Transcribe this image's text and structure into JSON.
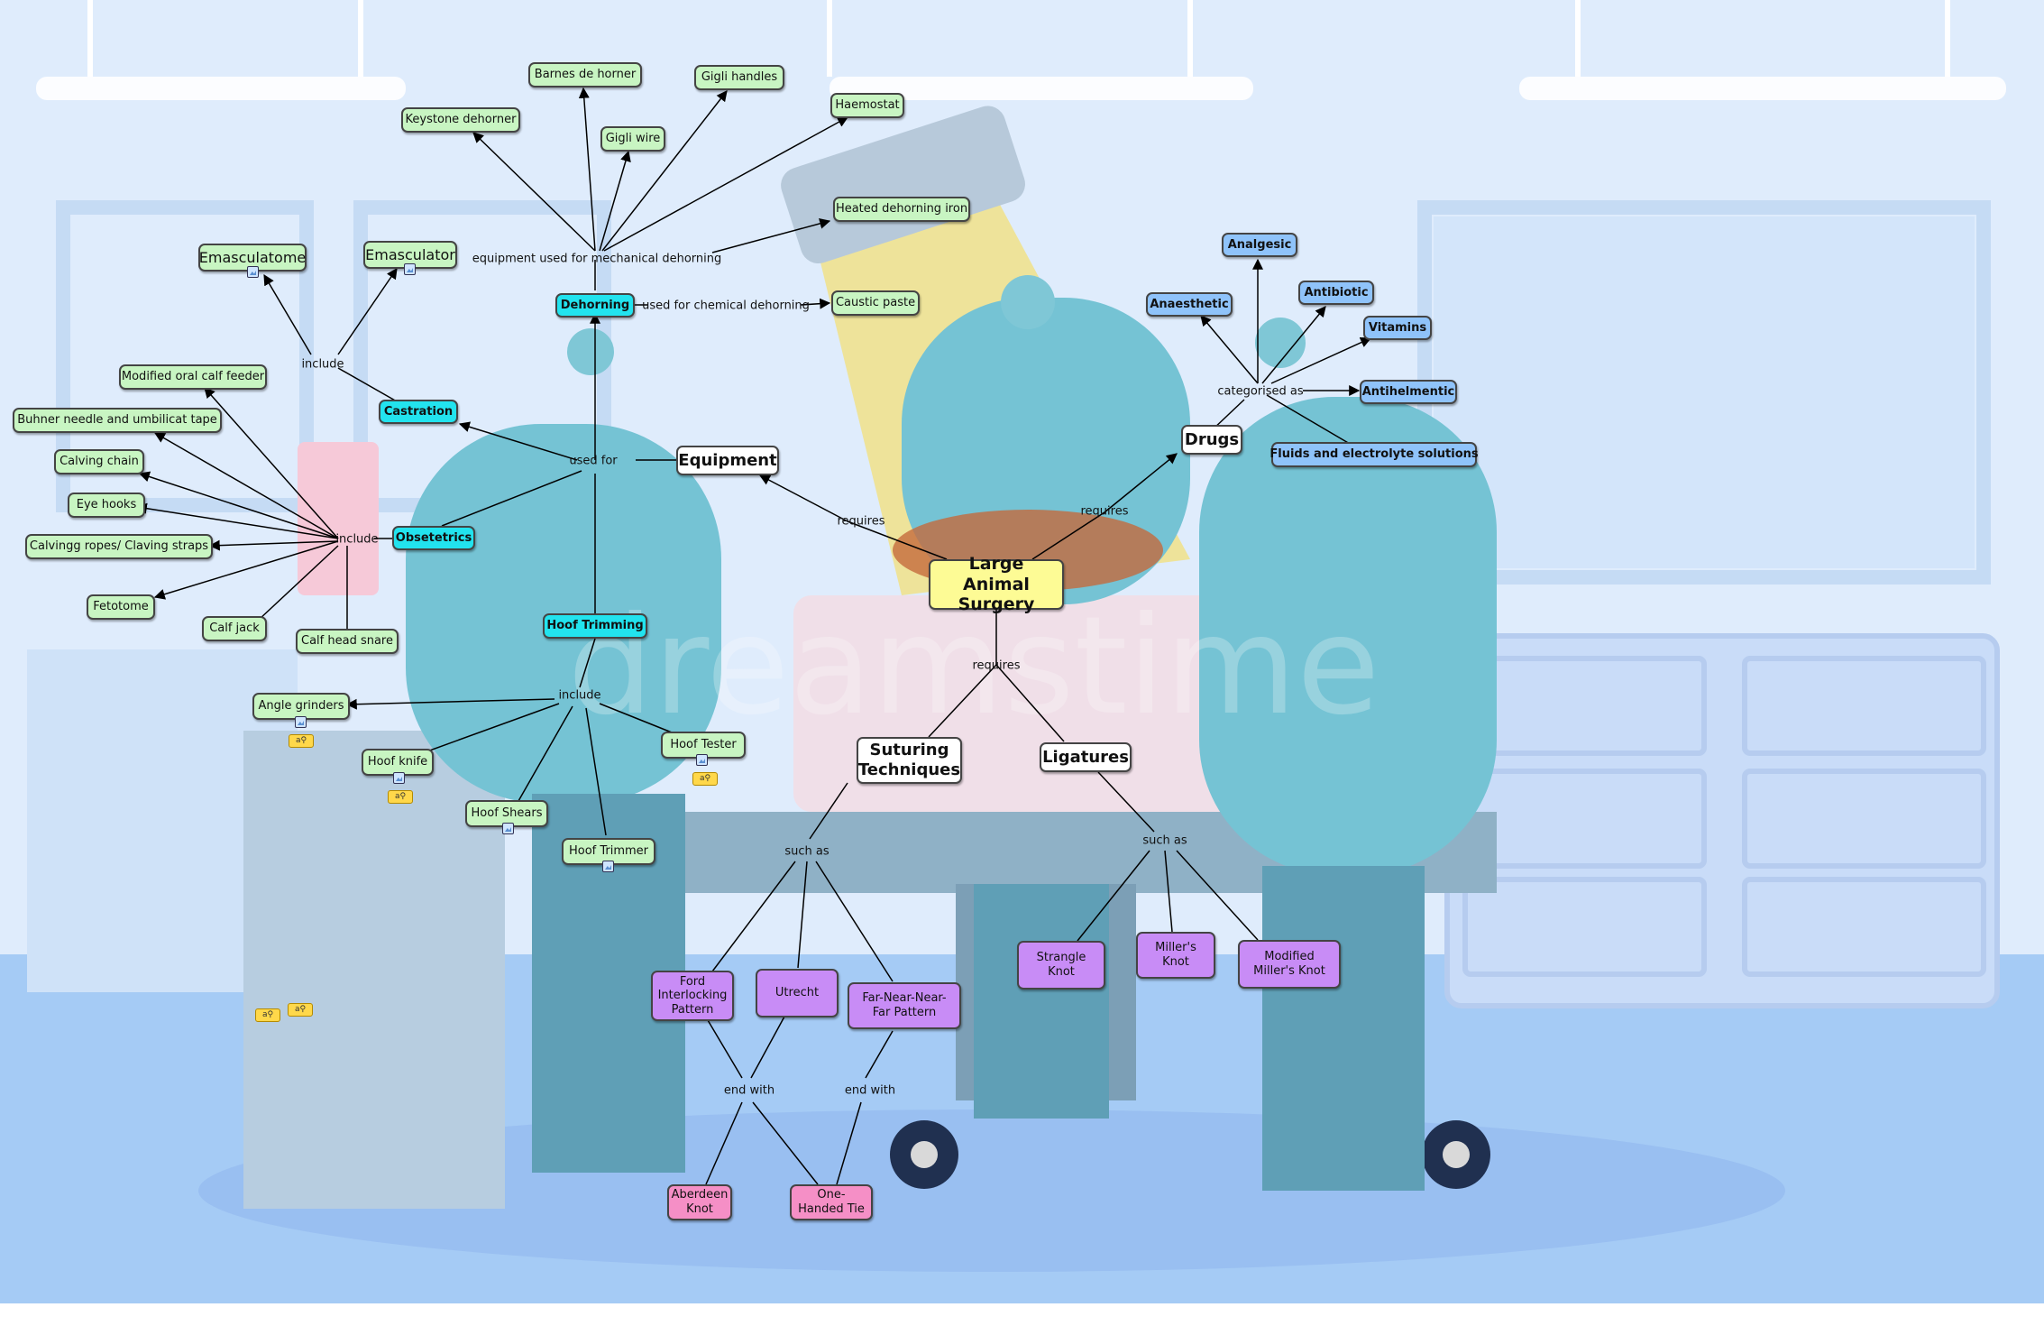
{
  "root": {
    "label": "Large Animal Surgery"
  },
  "main_branches": {
    "equipment": "Equipment",
    "drugs": "Drugs",
    "suturing": "Suturing Techniques",
    "ligatures": "Ligatures"
  },
  "link_labels": {
    "requires_equipment": "requires",
    "requires_drugs": "requires",
    "requires_sutures": "requires",
    "used_for": "used for",
    "equipment_mechanical": "equipment used for mechanical dehorning",
    "used_chemical": "used for chemical dehorning",
    "include_castration": "include",
    "include_obstetrics": "include",
    "include_hoof": "include",
    "categorised_as": "categorised as",
    "such_as_suturing": "such as",
    "such_as_ligatures": "such as",
    "end_with_1": "end with",
    "end_with_2": "end with"
  },
  "equipment_uses": {
    "dehorning": "Dehorning",
    "castration": "Castration",
    "obstetrics": "Obsetetrics",
    "hoof_trimming": "Hoof Trimming"
  },
  "dehorning_items": {
    "barnes": "Barnes de horner",
    "gigli_handles": "Gigli handles",
    "keystone": "Keystone dehorner",
    "gigli_wire": "Gigli wire",
    "haemostat": "Haemostat",
    "heated_iron": "Heated dehorning iron",
    "caustic_paste": "Caustic paste"
  },
  "castration_items": {
    "emasculatome": "Emasculatome",
    "emasculator": "Emasculator"
  },
  "obstetrics_items": {
    "oral_feeder": "Modified oral calf feeder",
    "buhner": "Buhner needle and umbilicat tape",
    "calving_chain": "Calving chain",
    "eye_hooks": "Eye hooks",
    "ropes": "Calvingg ropes/ Claving straps",
    "fetotome": "Fetotome",
    "calf_jack": "Calf jack",
    "head_snare": "Calf head snare"
  },
  "hoof_items": {
    "angle_grinders": "Angle grinders",
    "hoof_knife": "Hoof knife",
    "hoof_shears": "Hoof Shears",
    "hoof_trimmer": "Hoof Trimmer",
    "hoof_tester": "Hoof Tester"
  },
  "drug_categories": {
    "analgesic": "Analgesic",
    "antibiotic": "Antibiotic",
    "anaesthetic": "Anaesthetic",
    "vitamins": "Vitamins",
    "antihelmentic": "Antihelmentic",
    "fluids": "Fluids and electrolyte solutions"
  },
  "suture_patterns": {
    "ford": "Ford Interlocking Pattern",
    "utrecht": "Utrecht",
    "far_near": "Far-Near-Near-Far Pattern"
  },
  "knots": {
    "aberdeen": "Aberdeen Knot",
    "one_handed": "One-Handed Tie",
    "strangle": "Strangle Knot",
    "millers": "Miller's Knot",
    "modified_millers": "Modified Miller's Knot"
  },
  "watermark": "dreamstime",
  "colors": {
    "equipment_items": "#c8f5c2",
    "equipment_uses": "#22e3ee",
    "drug_categories": "#8fc3fa",
    "suture_patterns": "#c88cf6",
    "knots": "#f58fc6",
    "root": "#fdfb95",
    "background": "#dcebff"
  }
}
